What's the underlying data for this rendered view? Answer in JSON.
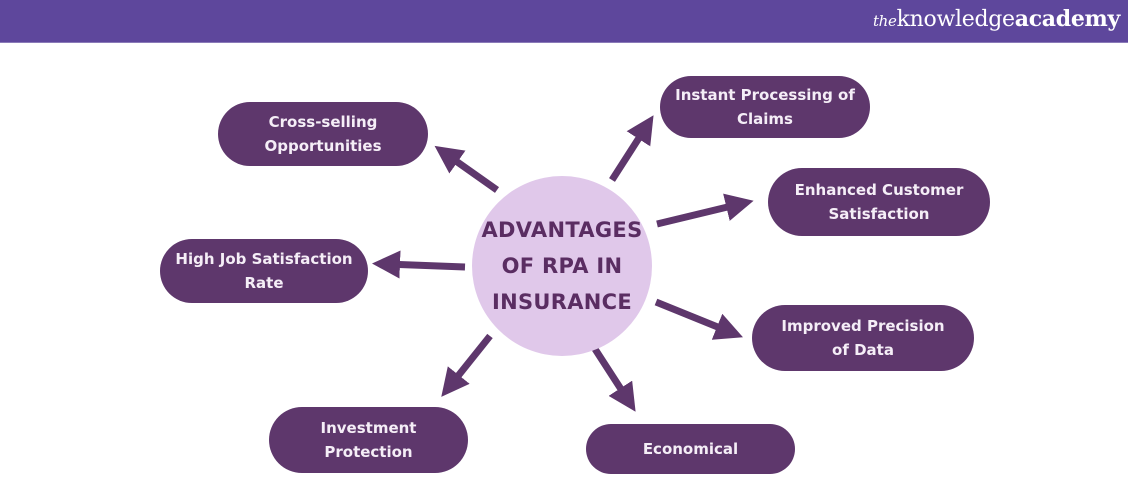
{
  "header": {
    "brand_prefix": "the",
    "brand_mid": "knowledge",
    "brand_suffix": "academy",
    "background": "#5e479c"
  },
  "center": {
    "title": "ADVANTAGES OF RPA IN INSURANCE",
    "fill": "#e0c8ea",
    "text_color": "#5a2d62"
  },
  "nodes": [
    {
      "label": "Cross-selling Opportunities"
    },
    {
      "label": "Instant Processing of Claims"
    },
    {
      "label": "Enhanced Customer Satisfaction"
    },
    {
      "label": "High Job Satisfaction Rate"
    },
    {
      "label": "Improved Precision of Data"
    },
    {
      "label": "Investment Protection"
    },
    {
      "label": "Economical"
    }
  ],
  "colors": {
    "node_fill": "#5e376c",
    "arrow": "#5e376c",
    "node_text": "#f5eef7"
  }
}
